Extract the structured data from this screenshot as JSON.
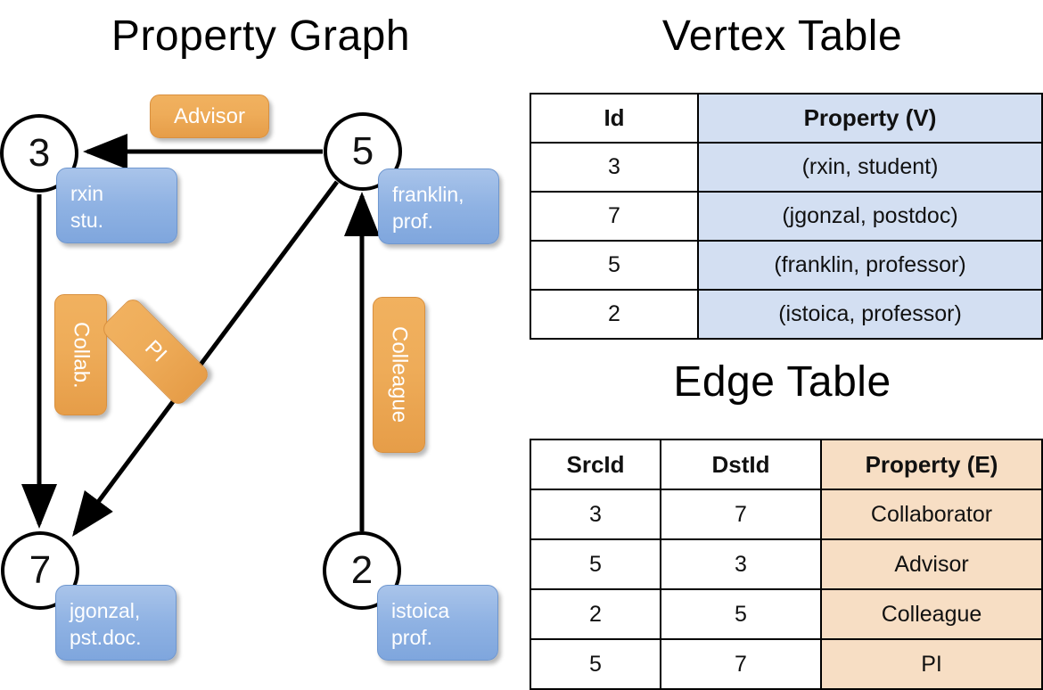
{
  "titles": {
    "property_graph": "Property Graph",
    "vertex_table": "Vertex Table",
    "edge_table": "Edge Table"
  },
  "graph": {
    "nodes": [
      {
        "id": "3",
        "property_lines": [
          "rxin",
          "stu."
        ]
      },
      {
        "id": "5",
        "property_lines": [
          "franklin,",
          "prof."
        ]
      },
      {
        "id": "7",
        "property_lines": [
          "jgonzal,",
          "pst.doc."
        ]
      },
      {
        "id": "2",
        "property_lines": [
          "istoica",
          "prof."
        ]
      }
    ],
    "edge_labels": [
      {
        "label": "Advisor",
        "orientation": "horizontal"
      },
      {
        "label": "Collab.",
        "orientation": "vertical"
      },
      {
        "label": "PI",
        "orientation": "diagonal"
      },
      {
        "label": "Colleague",
        "orientation": "vertical"
      }
    ],
    "edges": [
      {
        "src": "5",
        "dst": "3",
        "label": "Advisor"
      },
      {
        "src": "3",
        "dst": "7",
        "label": "Collab."
      },
      {
        "src": "5",
        "dst": "7",
        "label": "PI"
      },
      {
        "src": "2",
        "dst": "5",
        "label": "Colleague"
      }
    ]
  },
  "vertex_table": {
    "headers": [
      "Id",
      "Property (V)"
    ],
    "rows": [
      {
        "id": "3",
        "property": "(rxin, student)"
      },
      {
        "id": "7",
        "property": "(jgonzal, postdoc)"
      },
      {
        "id": "5",
        "property": "(franklin, professor)"
      },
      {
        "id": "2",
        "property": "(istoica, professor)"
      }
    ]
  },
  "edge_table": {
    "headers": [
      "SrcId",
      "DstId",
      "Property (E)"
    ],
    "rows": [
      {
        "src": "3",
        "dst": "7",
        "property": "Collaborator"
      },
      {
        "src": "5",
        "dst": "3",
        "property": "Advisor"
      },
      {
        "src": "2",
        "dst": "5",
        "property": "Colleague"
      },
      {
        "src": "5",
        "dst": "7",
        "property": "PI"
      }
    ]
  },
  "colors": {
    "vertex_property_fill": "#d3dff2",
    "edge_property_fill": "#f7dec4",
    "node_callout": "#8fb2e3",
    "edge_callout": "#eeac59",
    "stroke": "#000000"
  }
}
